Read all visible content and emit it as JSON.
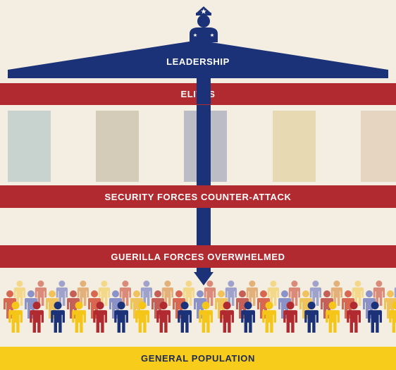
{
  "colors": {
    "navy": "#1c3278",
    "red": "#b02a30",
    "yellow": "#f7cc1a",
    "background": "#f3eee1",
    "columns": [
      "#c8d2cf",
      "#d4cbb8",
      "#bbbcc6",
      "#e7d9b2",
      "#e6d5c0"
    ]
  },
  "labels": {
    "leadership": "LEADERSHIP",
    "elites": "ELITES",
    "security": "SECURITY FORCES COUNTER-ATTACK",
    "guerilla": "GUERILLA FORCES OVERWHELMED",
    "population": "GENERAL POPULATION"
  },
  "icons": {
    "leader": "military-officer-icon",
    "crowd": "person-icon"
  }
}
